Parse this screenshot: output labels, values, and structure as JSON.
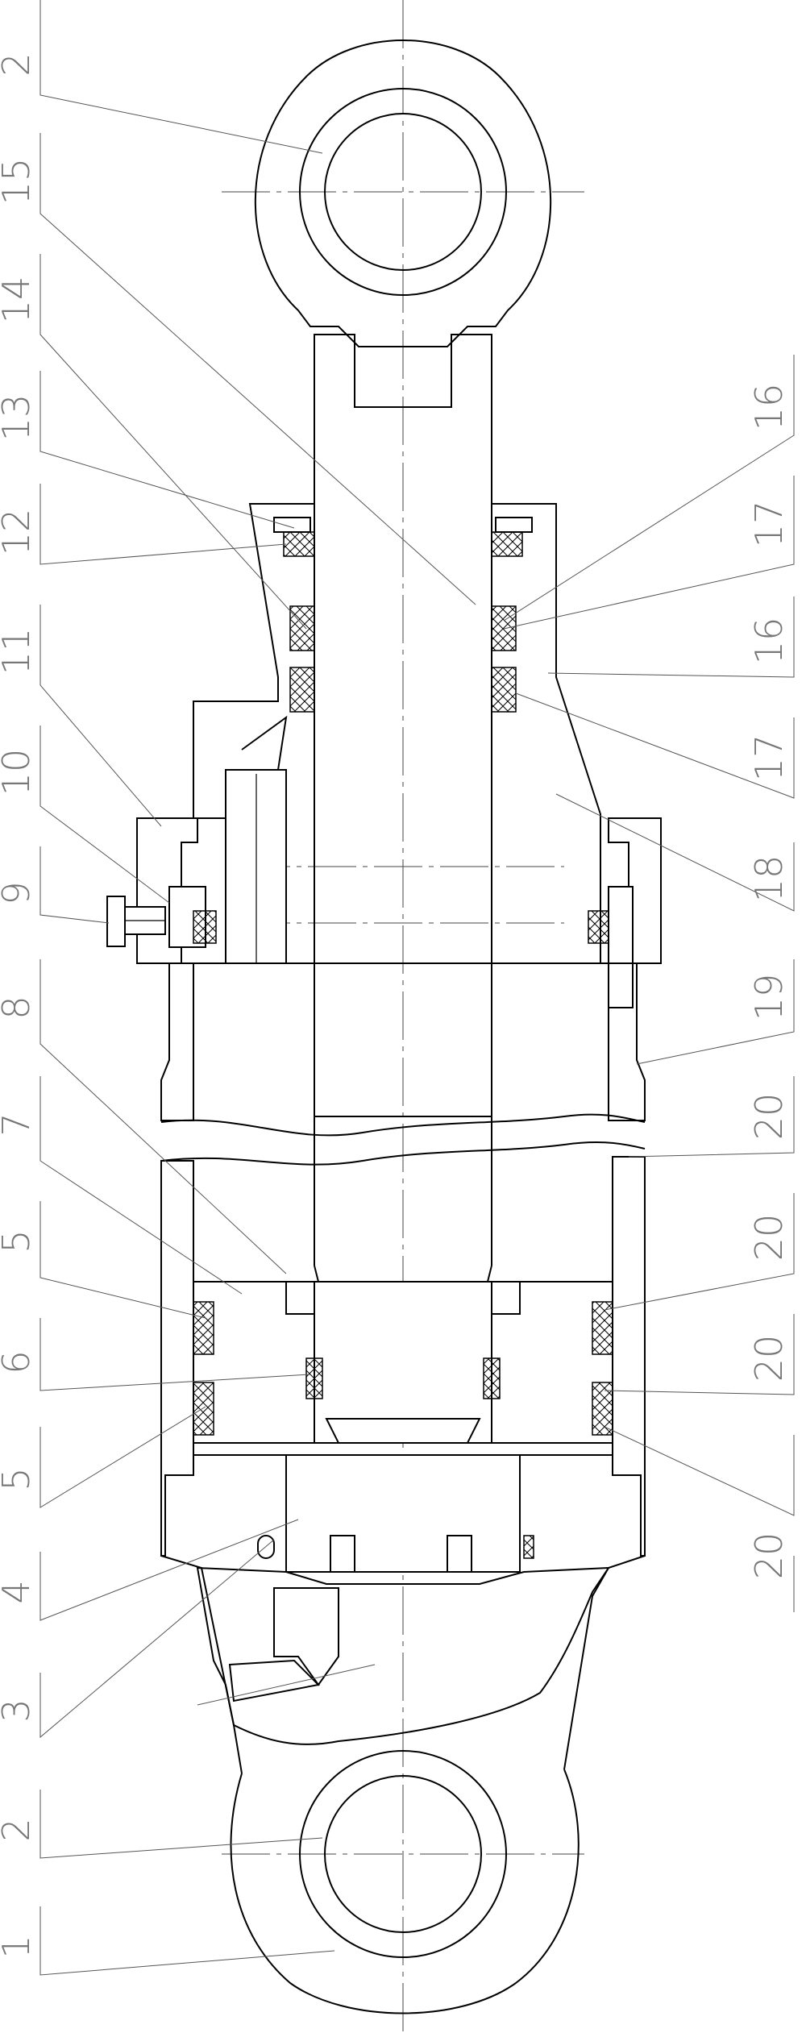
{
  "labels_left": [
    "2",
    "15",
    "14",
    "13",
    "12",
    "11",
    "10",
    "9",
    "8",
    "7",
    "5",
    "6",
    "5",
    "4",
    "3",
    "2",
    "1"
  ],
  "labels_right": [
    "16",
    "17",
    "16",
    "17",
    "18",
    "19",
    "20",
    "20",
    "20",
    "20"
  ]
}
